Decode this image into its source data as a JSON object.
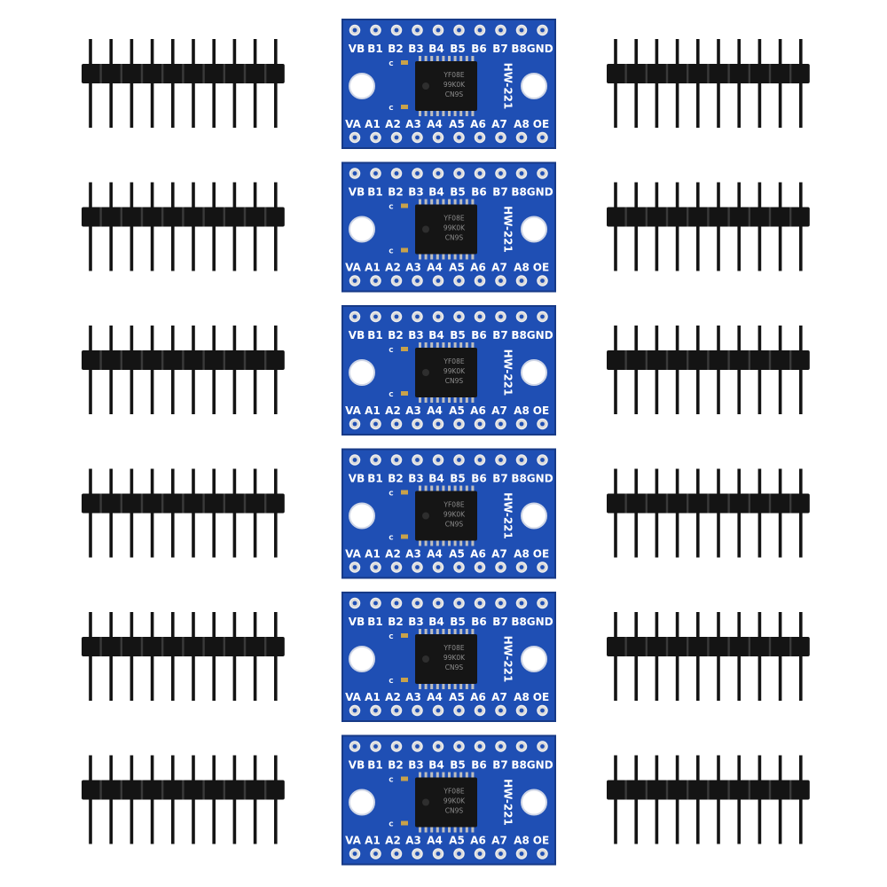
{
  "boards": {
    "count": 6,
    "top_labels": [
      "VB",
      "B1",
      "B2",
      "B3",
      "B4",
      "B5",
      "B6",
      "B7",
      "B8GND"
    ],
    "bottom_labels": [
      "VA",
      "A1",
      "A2",
      "A3",
      "A4",
      "A5",
      "A6",
      "A7",
      "A8",
      "OE"
    ],
    "model_label": "HW-221",
    "chip_markings": [
      "YF08E",
      "99K0K",
      "CN9S"
    ]
  },
  "headers": {
    "count_per_side": 6,
    "pins_per_header": 10
  },
  "colors": {
    "background": "#ffffff",
    "pcb_blue": "#1f4fb4",
    "pcb_edge": "#173a87",
    "silk_white": "#ffffff",
    "chip_black": "#151515",
    "header_black": "#141414"
  }
}
